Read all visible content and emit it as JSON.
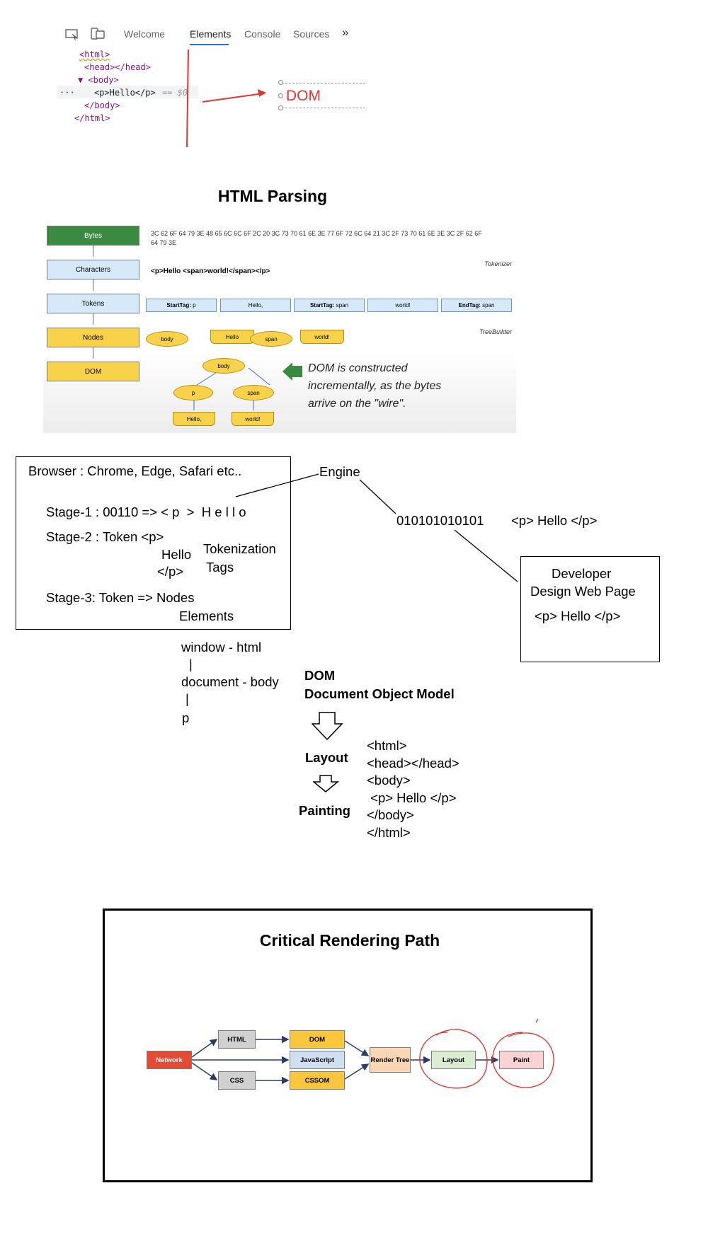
{
  "devtools": {
    "tabs": [
      "Welcome",
      "Elements",
      "Console",
      "Sources",
      "»"
    ],
    "active_tab": "Elements",
    "code_lines": [
      "<html>",
      "<head></head>",
      "▼ <body>",
      "<p>Hello</p>",
      "== $0",
      "</body>",
      "</html>"
    ],
    "ellipsis": "···",
    "annotation": "DOM",
    "annotation_color": "#e3342f"
  },
  "html_parsing": {
    "title": "HTML Parsing",
    "stages": [
      "Bytes",
      "Characters",
      "Tokens",
      "Nodes",
      "DOM"
    ],
    "bytes": "3C 62 6F 64 79 3E 48 65 6C 6C 6F 2C 20 3C 73 70 61 6E 3E 77 6F 72 6C 64 21 3C 2F 73 70 61 6E 3E 3C 2F 62 6F 64 79 3E",
    "characters": "<p>Hello <span>world!</span></p>",
    "tokenizer_label": "Tokenizer",
    "treebuilder_label": "TreeBuilder",
    "tokens": [
      {
        "kind": "StartTag:",
        "value": " p"
      },
      {
        "kind": "",
        "value": "Hello,"
      },
      {
        "kind": "StartTag:",
        "value": " span"
      },
      {
        "kind": "",
        "value": "world!"
      },
      {
        "kind": "EndTag:",
        "value": " span"
      }
    ],
    "nodes": [
      "body",
      "Hello",
      "span",
      "world!"
    ],
    "tree": {
      "root": "body",
      "left": "p",
      "right": "span",
      "left_leaf": "Hello,",
      "right_leaf": "world!"
    },
    "note_lines": [
      "DOM is constructed",
      "incrementally, as the bytes",
      "arrive on the \"wire\"."
    ]
  },
  "notes": {
    "browser_title": "Browser : Chrome, Edge, Safari etc..",
    "stage1": "Stage-1 : 00110 => < p  >  H e l l o",
    "stage2_a": "Stage-2 : Token <p>",
    "stage2_b": "Hello",
    "stage2_c": "</p>",
    "tokenization": "Tokenization",
    "tags": "Tags",
    "stage3_a": "Stage-3: Token => Nodes",
    "stage3_b": "Elements",
    "engine": "Engine",
    "binary": "010101010101",
    "p_hello": "<p> Hello </p>",
    "developer": "Developer",
    "design": "Design Web Page",
    "dev_p": "<p> Hello </p>",
    "window_html": "window - html",
    "document_body": "document - body",
    "p": "p",
    "pipe": "|",
    "dom": "DOM",
    "dom_full": "Document Object Model",
    "layout": "Layout",
    "painting": "Painting",
    "html_code": [
      "<html>",
      "<head></head>",
      "<body>",
      " <p> Hello </p>",
      "</body>",
      "</html>"
    ]
  },
  "critical_rendering_path": {
    "title": "Critical Rendering Path",
    "network": "Network",
    "html": "HTML",
    "css": "CSS",
    "dom": "DOM",
    "javascript": "JavaScript",
    "cssom": "CSSOM",
    "render_tree": "Render Tree",
    "layout": "Layout",
    "paint": "Paint",
    "colors": {
      "network": "#e24b36",
      "gray": "#d0d0d0",
      "yellow": "#f8c73e",
      "blue": "#cfe0f3",
      "orange": "#fad7b4",
      "green": "#dcecd0",
      "pink": "#f9d3d3",
      "arrow": "#2d3c66",
      "circle": "#e0302a"
    }
  }
}
